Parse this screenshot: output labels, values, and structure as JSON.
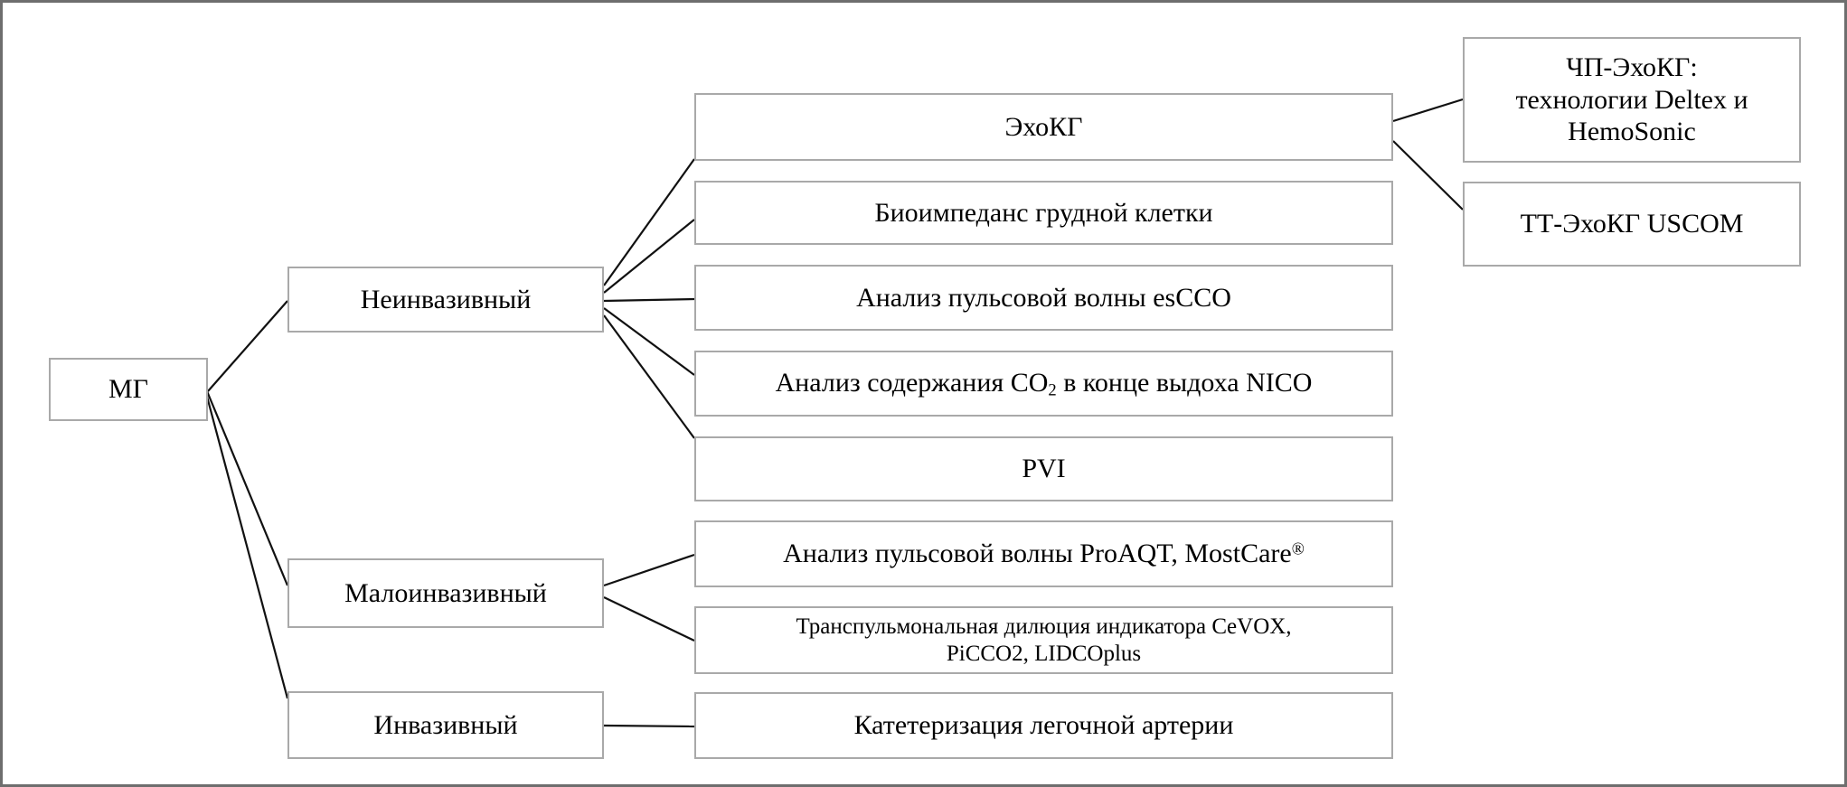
{
  "diagram": {
    "description": "Tree diagram of hemodynamic monitoring methods",
    "colors": {
      "background": "#ffffff",
      "frame_border": "#6e6e6e",
      "box_border": "#a9a9a9",
      "connector": "#111111",
      "text": "#000000"
    },
    "nodes": {
      "mg": {
        "label": "МГ"
      },
      "noninvasive": {
        "label": "Неинвазивный"
      },
      "minimally_invasive": {
        "label": "Малоинвазивный"
      },
      "invasive": {
        "label": "Инвазивный"
      },
      "echo": {
        "label": "ЭхоКГ"
      },
      "bioimpedance": {
        "label": "Биоимпеданс грудной клетки"
      },
      "escco": {
        "label": "Анализ пульсовой волны esCCO"
      },
      "nico": {
        "prefix": "Анализ содержания CO",
        "subscript": "2",
        "suffix": " в конце выдоха NICO"
      },
      "pvi": {
        "label": "PVI"
      },
      "proaqt": {
        "prefix": "Анализ пульсовой волны ProAQT, MostCare",
        "superscript": "®"
      },
      "transpulmonary": {
        "label": "Транспульмональная дилюция индикатора CeVOX,\nPiCCO2, LIDCOplus"
      },
      "catheterization": {
        "label": "Катетеризация легочной артерии"
      },
      "tee": {
        "label": "ЧП-ЭхоКГ:\nтехнологии Deltex  и\nHemoSonic"
      },
      "tte": {
        "label": "ТТ-ЭхоКГ USCOM"
      }
    }
  }
}
